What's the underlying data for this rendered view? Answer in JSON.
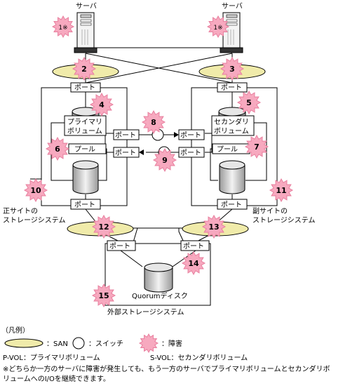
{
  "servers": {
    "left": {
      "label": "サーバ",
      "mark": "1※"
    },
    "right": {
      "label": "サーバ",
      "mark": "1※"
    }
  },
  "port_label": "ポート",
  "primary": {
    "volume": [
      "プライマリ",
      "ボリューム"
    ],
    "pool": "プール",
    "site": [
      "正サイトの",
      "ストレージシステム"
    ]
  },
  "secondary": {
    "volume": [
      "セカンダリ",
      "ボリューム"
    ],
    "pool": "プール",
    "site": [
      "副サイトの",
      "ストレージシステム"
    ]
  },
  "external": {
    "disk": "Quorumディスク",
    "site": "外部ストレージシステム"
  },
  "fault_numbers": [
    "2",
    "3",
    "4",
    "5",
    "6",
    "7",
    "8",
    "9",
    "10",
    "11",
    "12",
    "13",
    "14",
    "15"
  ],
  "legend": {
    "title": "（凡例）",
    "san": "：SAN",
    "switch": "：スイッチ",
    "fault": "：障害",
    "pvol": "P-VOL：プライマリボリューム",
    "svol": "S-VOL：セカンダリボリューム"
  },
  "note": [
    "※どちらか一方のサーバに障害が発生しても、もう一方のサーバでプライマリボリュームとセカンダリボ",
    "リュームへのI/Oを継続できます。"
  ],
  "colors": {
    "san_fill": "#f0ebaa",
    "fault_fill": "#f7a9bf",
    "fault_stroke": "#e87f9e",
    "line": "#000000",
    "cylinder_fill": "#dddddd"
  }
}
